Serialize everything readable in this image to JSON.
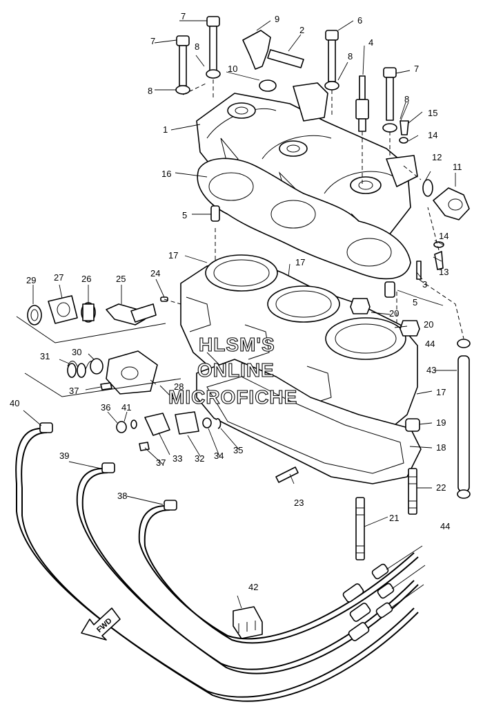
{
  "watermark": {
    "line1": "HLSM'S",
    "line2": "ONLINE",
    "line3": "MICROFICHE"
  },
  "direction_label": "FWD",
  "callouts": [
    "1",
    "2",
    "3",
    "4",
    "5",
    "6",
    "7",
    "8",
    "9",
    "10",
    "11",
    "12",
    "13",
    "14",
    "15",
    "16",
    "17",
    "18",
    "19",
    "20",
    "21",
    "22",
    "23",
    "24",
    "25",
    "26",
    "27",
    "28",
    "29",
    "30",
    "31",
    "32",
    "33",
    "34",
    "35",
    "36",
    "37",
    "38",
    "39",
    "40",
    "41",
    "42",
    "43",
    "44"
  ]
}
